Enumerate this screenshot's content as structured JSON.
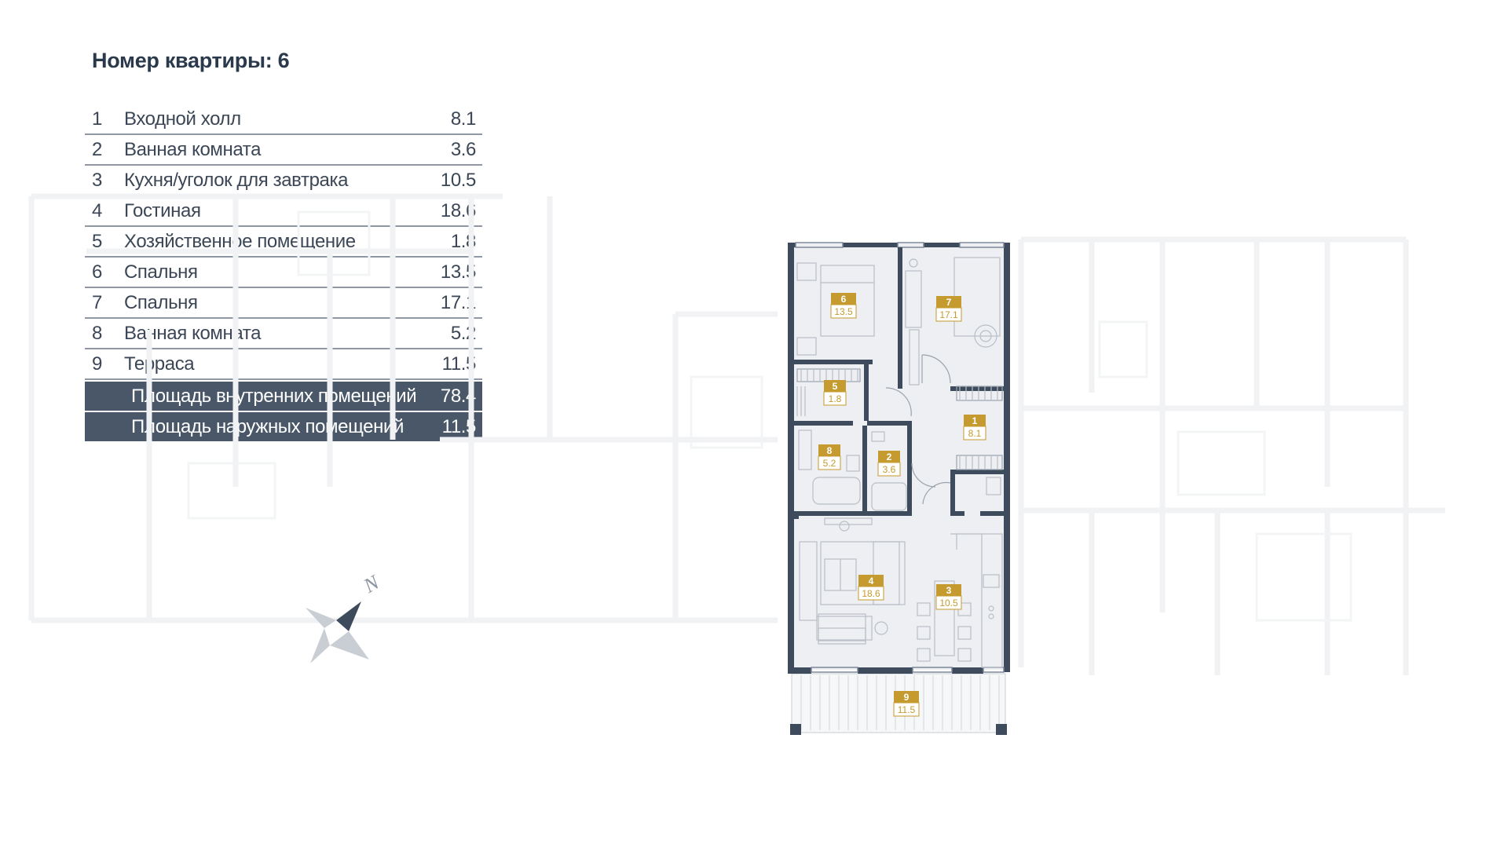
{
  "title": "Номер квартиры: 6",
  "rooms": [
    {
      "num": "1",
      "name": "Входной холл",
      "area": "8.1"
    },
    {
      "num": "2",
      "name": "Ванная комната",
      "area": "3.6"
    },
    {
      "num": "3",
      "name": "Кухня/уголок для завтрака",
      "area": "10.5"
    },
    {
      "num": "4",
      "name": "Гостиная",
      "area": "18.6"
    },
    {
      "num": "5",
      "name": "Хозяйственное помещение",
      "area": "1.8"
    },
    {
      "num": "6",
      "name": "Спальня",
      "area": "13.5"
    },
    {
      "num": "7",
      "name": "Спальня",
      "area": "17.1"
    },
    {
      "num": "8",
      "name": "Ванная комната",
      "area": "5.2"
    },
    {
      "num": "9",
      "name": "Терраса",
      "area": "11.5"
    }
  ],
  "totals": [
    {
      "name": "Площадь внутренних помещений",
      "area": "78.4"
    },
    {
      "name": "Площадь наружных помещений",
      "area": "11.5"
    }
  ],
  "compass_label": "N",
  "colors": {
    "wall": "#3d4b5c",
    "label_gold": "#c59a2e",
    "total_bg": "#4a5768",
    "floor": "#edeff2"
  },
  "icons": [
    "north-compass-icon"
  ]
}
